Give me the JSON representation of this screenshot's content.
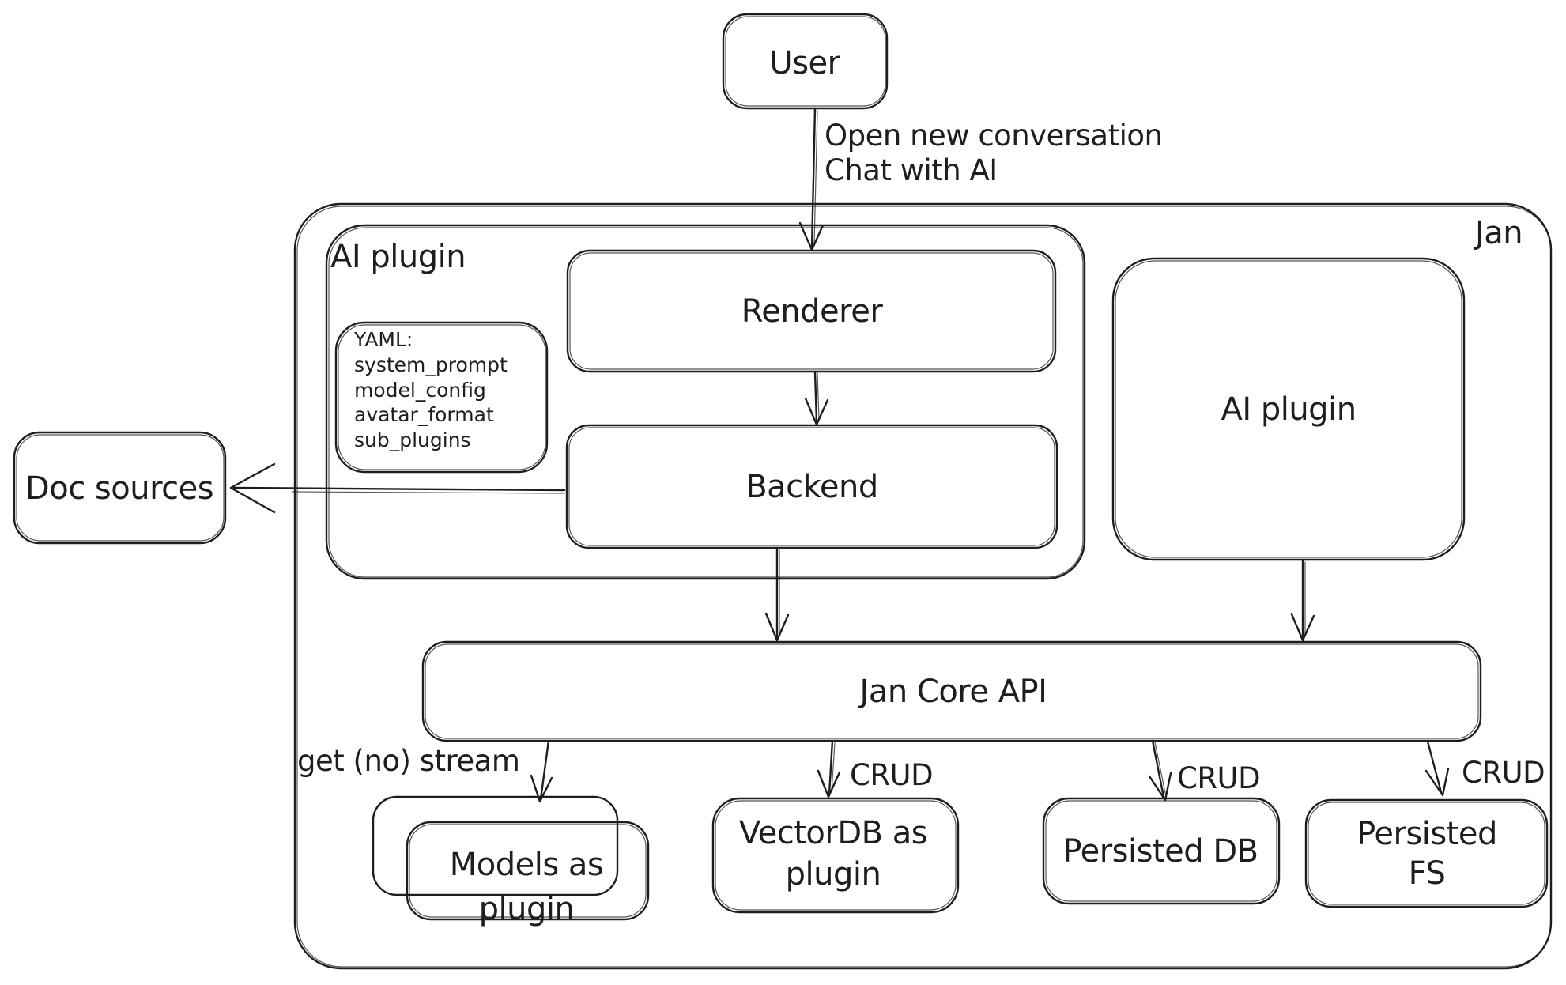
{
  "colors": {
    "stroke": "#1e1e1e",
    "background": "#ffffff"
  },
  "nodes": {
    "user": {
      "label": "User"
    },
    "jan_container": {
      "label": "Jan"
    },
    "ai_plugin_container": {
      "label": "AI plugin"
    },
    "yaml_note": {
      "text": "YAML:\nsystem_prompt\nmodel_config\navatar_format\nsub_plugins"
    },
    "renderer": {
      "label": "Renderer"
    },
    "backend": {
      "label": "Backend"
    },
    "doc_sources": {
      "label": "Doc sources"
    },
    "ai_plugin_right": {
      "label": "AI plugin"
    },
    "jan_core_api": {
      "label": "Jan Core API"
    },
    "models_as_plugin": {
      "label": "Models as\nplugin"
    },
    "vectordb_as_plugin": {
      "label": "VectorDB as\nplugin"
    },
    "persisted_db": {
      "label": "Persisted DB"
    },
    "persisted_fs": {
      "label": "Persisted FS"
    }
  },
  "edges": {
    "user_to_renderer": {
      "label": "Open new conversation\nChat with AI"
    },
    "jan_core_to_models": {
      "label": "get (no) stream"
    },
    "jan_core_to_vectordb": {
      "label": "CRUD"
    },
    "jan_core_to_persisted_db": {
      "label": "CRUD"
    },
    "jan_core_to_persisted_fs": {
      "label": "CRUD"
    }
  }
}
